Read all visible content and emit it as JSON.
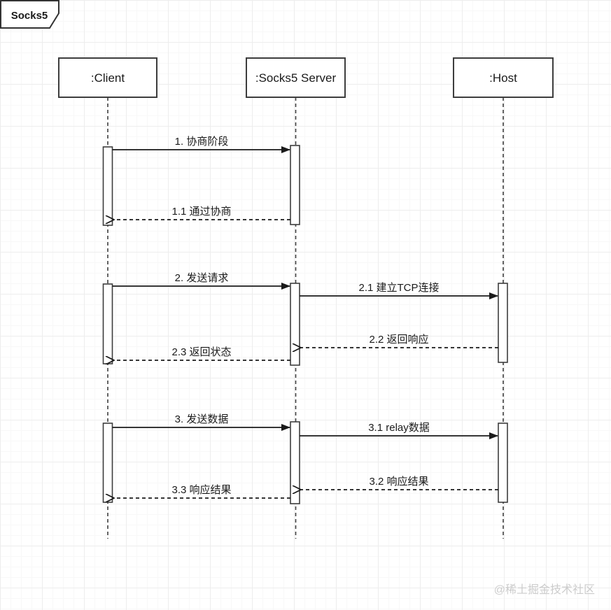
{
  "diagram": {
    "title": "Socks5",
    "watermark": "@稀土掘金技术社区",
    "actors": [
      {
        "id": "client",
        "label": ":Client"
      },
      {
        "id": "socks5-server",
        "label": ":Socks5 Server"
      },
      {
        "id": "host",
        "label": ":Host"
      }
    ],
    "messages": [
      {
        "seq": "1",
        "label": "1. 协商阶段",
        "from": "client",
        "to": "socks5-server",
        "kind": "sync"
      },
      {
        "seq": "1.1",
        "label": "1.1 通过协商",
        "from": "socks5-server",
        "to": "client",
        "kind": "return"
      },
      {
        "seq": "2",
        "label": "2. 发送请求",
        "from": "client",
        "to": "socks5-server",
        "kind": "sync"
      },
      {
        "seq": "2.1",
        "label": "2.1 建立TCP连接",
        "from": "socks5-server",
        "to": "host",
        "kind": "sync"
      },
      {
        "seq": "2.2",
        "label": "2.2 返回响应",
        "from": "host",
        "to": "socks5-server",
        "kind": "return"
      },
      {
        "seq": "2.3",
        "label": "2.3 返回状态",
        "from": "socks5-server",
        "to": "client",
        "kind": "return"
      },
      {
        "seq": "3",
        "label": "3. 发送数据",
        "from": "client",
        "to": "socks5-server",
        "kind": "sync"
      },
      {
        "seq": "3.1",
        "label": "3.1 relay数据",
        "from": "socks5-server",
        "to": "host",
        "kind": "sync"
      },
      {
        "seq": "3.2",
        "label": "3.2 响应结果",
        "from": "host",
        "to": "socks5-server",
        "kind": "return"
      },
      {
        "seq": "3.3",
        "label": "3.3 响应结果",
        "from": "socks5-server",
        "to": "client",
        "kind": "return"
      }
    ]
  }
}
